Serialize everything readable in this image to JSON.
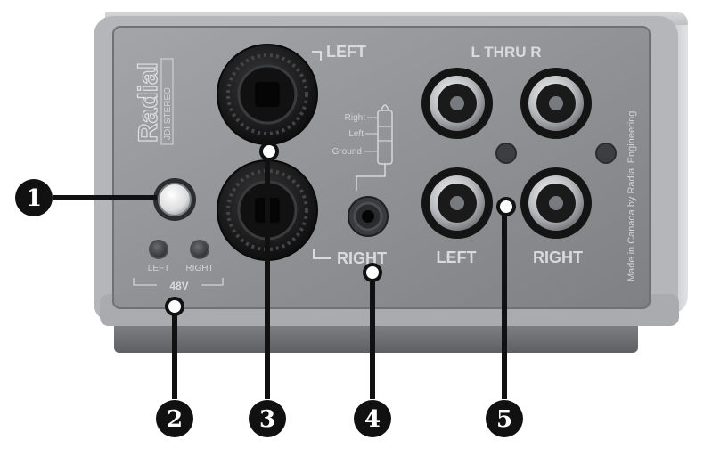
{
  "brand": {
    "logo_text": "Radial",
    "model_text": "JDI STEREO"
  },
  "labels": {
    "input_left": "LEFT",
    "input_right": "RIGHT",
    "thru_header": "L  THRU  R",
    "out_left": "LEFT",
    "out_right": "RIGHT",
    "led_left": "LEFT",
    "led_right": "RIGHT",
    "phantom": "48V",
    "trs_right": "Right",
    "trs_left": "Left",
    "trs_ground": "Ground",
    "made_in": "Made in Canada by Radial Engineering"
  },
  "callouts": [
    "❶",
    "❷",
    "❸",
    "❹",
    "❺"
  ],
  "colors": {
    "panel": "#8f9195",
    "panel_edge": "#c9cacc",
    "callout_fill": "#111111",
    "label_text": "#d9dadc"
  }
}
